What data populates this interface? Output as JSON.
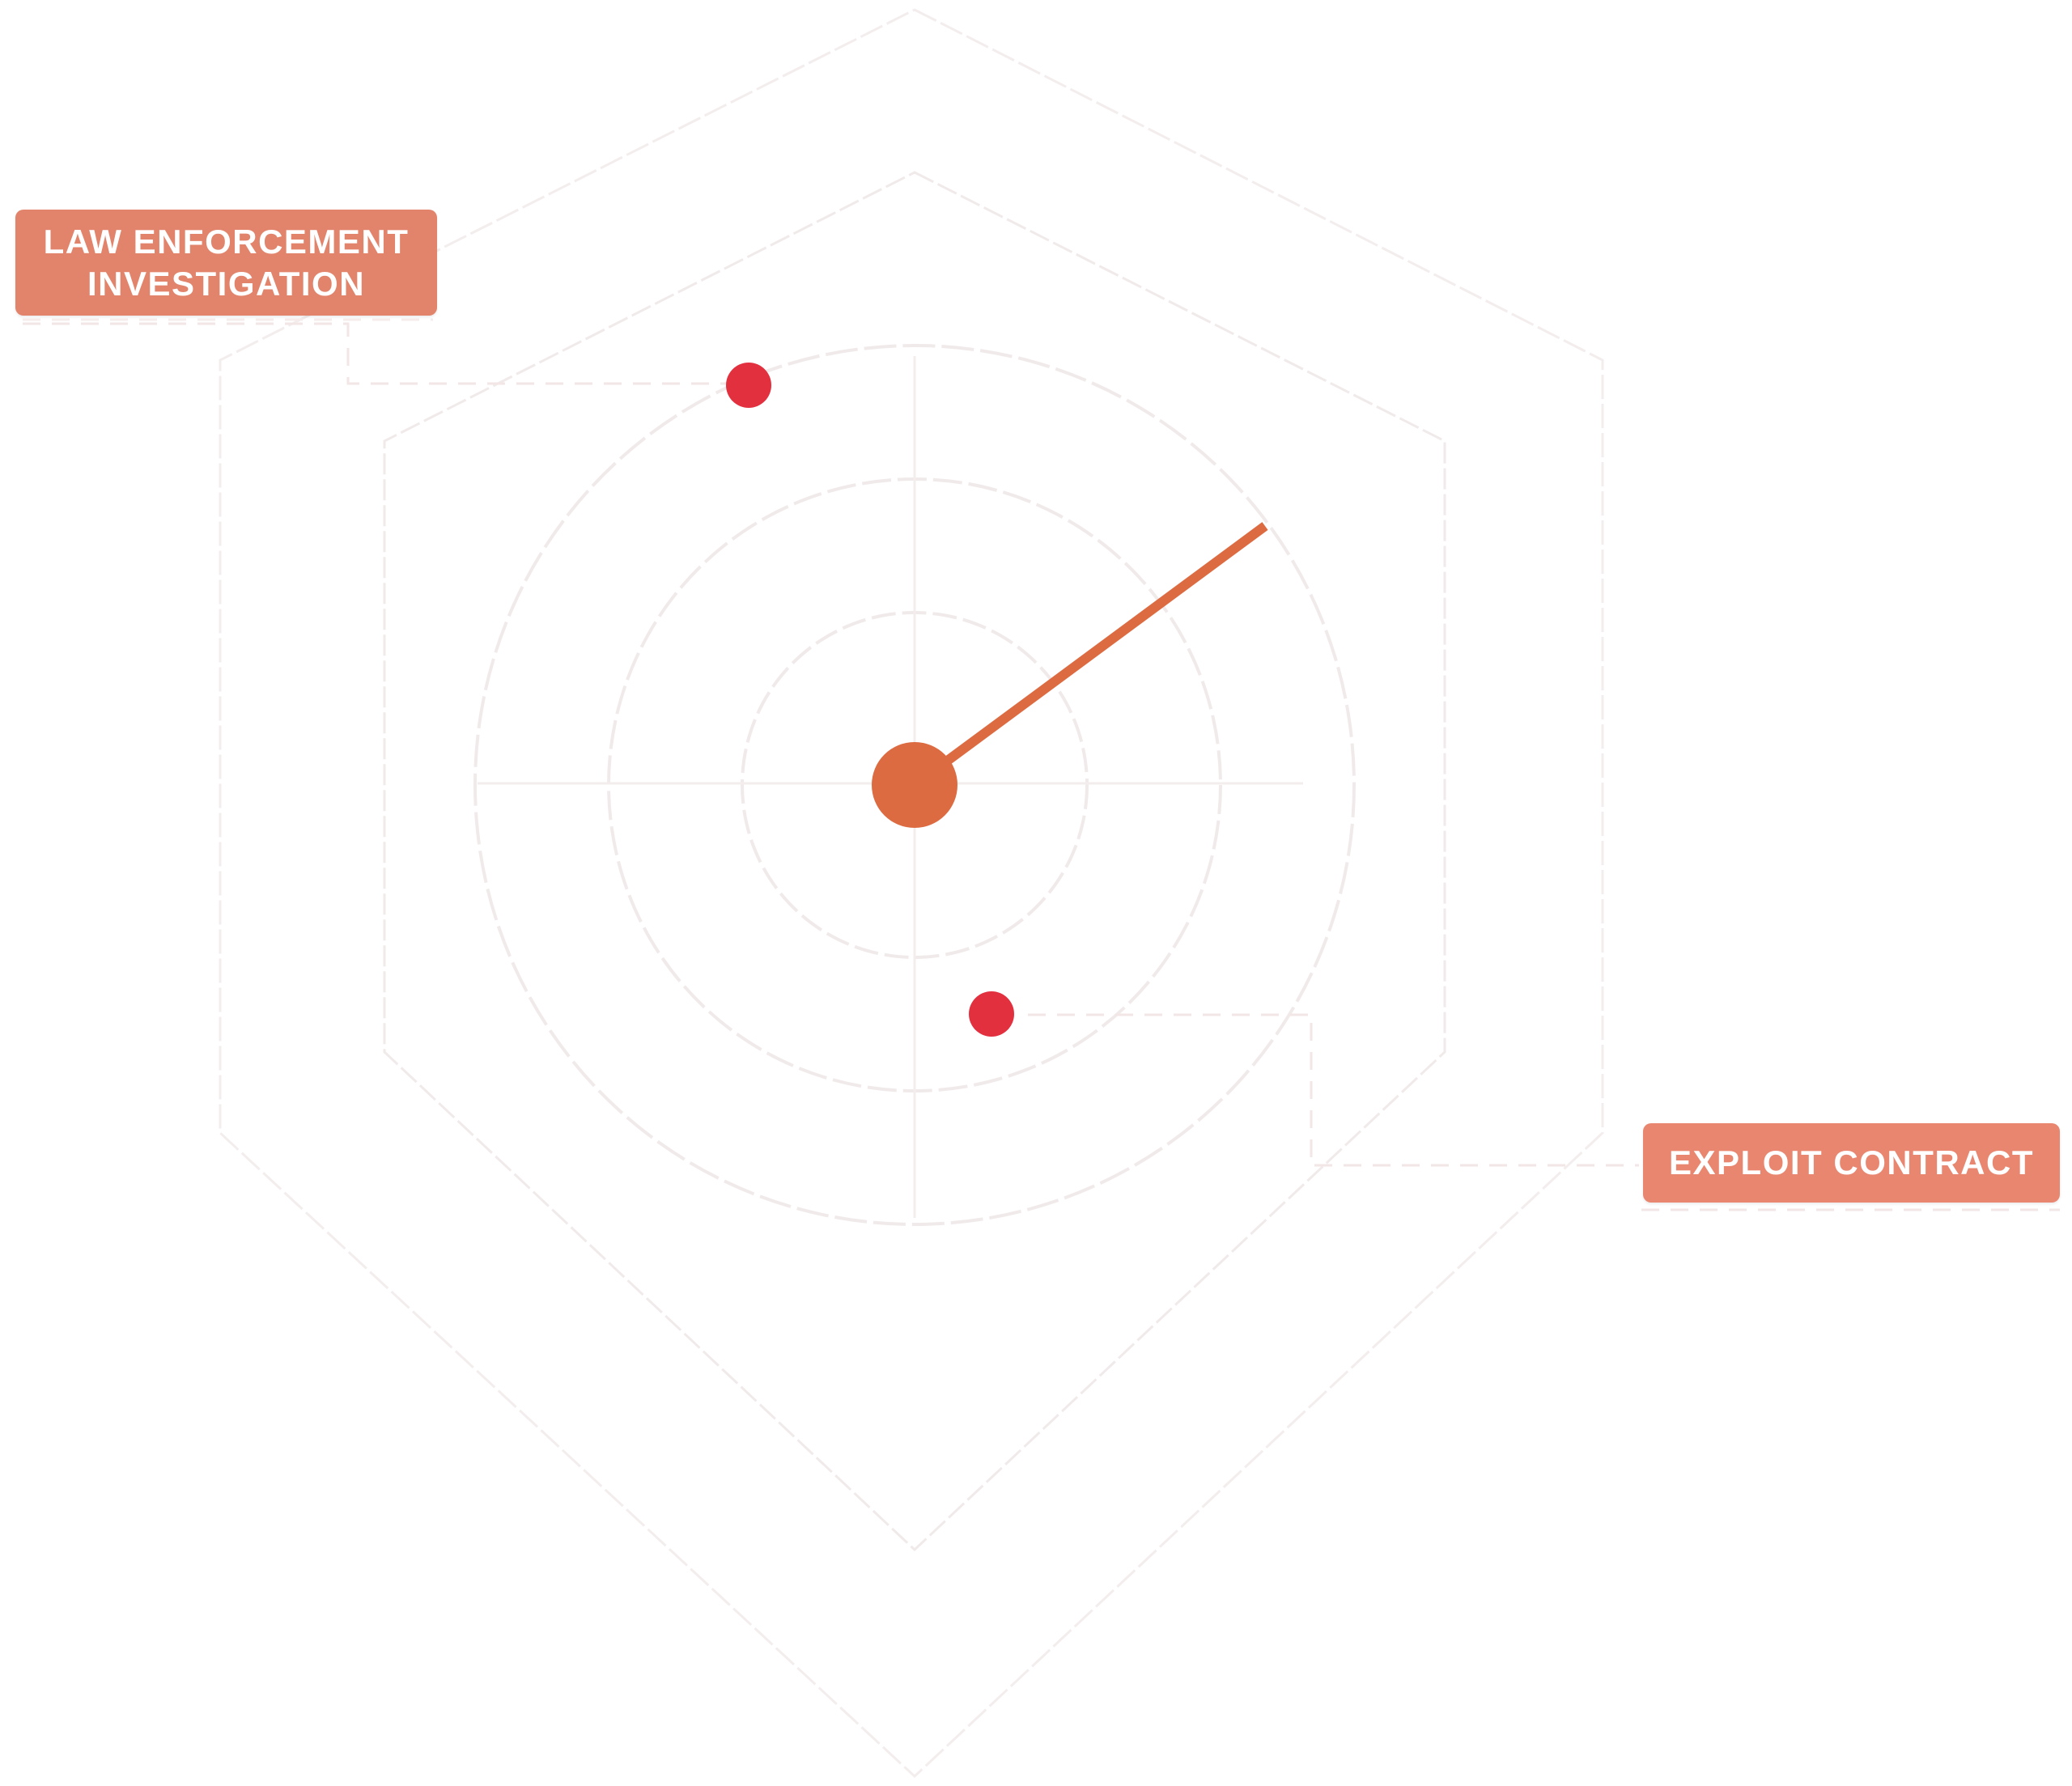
{
  "labels": {
    "law_enforcement": {
      "line1": "LAW ENFORCEMENT",
      "line2": "INVESTIGATION"
    },
    "exploit_contract": {
      "text": "EXPLOIT CONTRACT"
    }
  },
  "colors": {
    "background": "#ffffff",
    "outline": "#f1eaea",
    "label_fill": "#e2846b",
    "label_fill_alt": "#e88670",
    "blip_red": "#e3303f",
    "sweep_orange": "#dd6b42",
    "leader_dash": "#f3e6e6"
  },
  "icons": {
    "blips": [
      "red-blip-icon",
      "red-blip-icon"
    ],
    "center": "radar-center-hub-icon",
    "sweep": "radar-sweep-needle-icon"
  }
}
